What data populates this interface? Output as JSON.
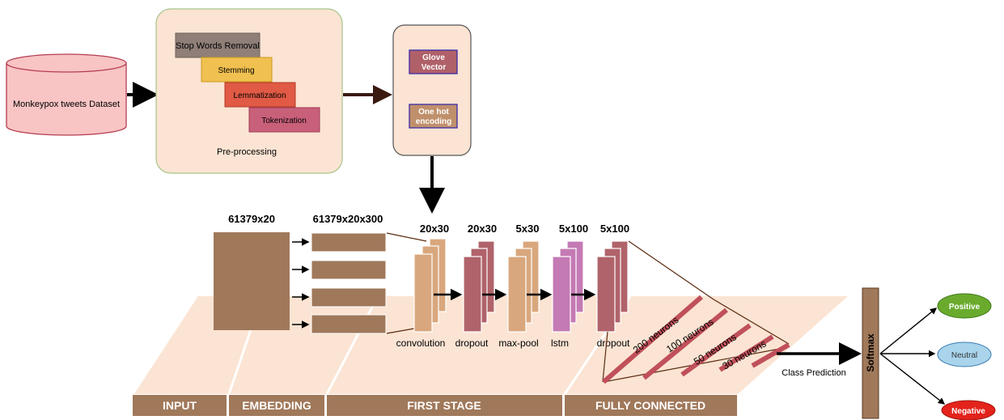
{
  "dataset": {
    "label": "Monkeypox tweets Dataset"
  },
  "preprocessing": {
    "title": "Pre-processing",
    "steps": [
      "Stop Words Removal",
      "Stemming",
      "Lemmatization",
      "Tokenization"
    ]
  },
  "embedding_box": {
    "glove": [
      "Glove",
      "Vector"
    ],
    "onehot": [
      "One hot",
      "encoding"
    ]
  },
  "dims": {
    "input": "61379x20",
    "embedding": "61379x20x300",
    "conv": "20x30",
    "dropout1": "20x30",
    "maxpool": "5x30",
    "lstm": "5x100",
    "dropout2": "5x100"
  },
  "layers": {
    "convolution": "convolution",
    "dropout1": "dropout",
    "maxpool": "max-pool",
    "lstm": "lstm",
    "dropout2": "dropout"
  },
  "dense": [
    "200 neurons",
    "100 neurons",
    "50 neurons",
    "30 neurons"
  ],
  "stages": [
    "INPUT",
    "EMBEDDING",
    "FIRST STAGE",
    "FULLY CONNECTED"
  ],
  "softmax": "Softmax",
  "class_prediction": "Class Prediction",
  "outputs": [
    "Positive",
    "Neutral",
    "Negative"
  ],
  "colors": {
    "floor": "#fbe4d3",
    "stage_bar": "#a0785a",
    "brown": "#a0785a",
    "conv": "#d9a77d",
    "dropout": "#b0636a",
    "lstm": "#c47ab4",
    "positive": "#6aab2e",
    "neutral": "#a9d4ec",
    "negative": "#e3231c"
  }
}
